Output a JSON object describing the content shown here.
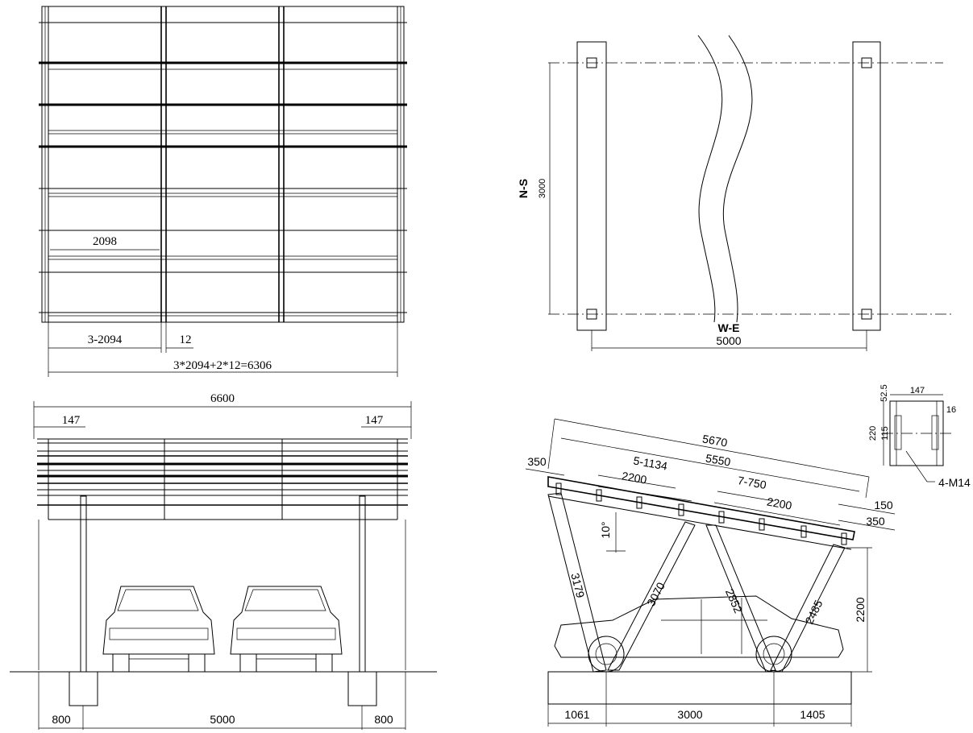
{
  "plan_view": {
    "dim_panel_width": "2098",
    "dim_panels": "3-2094",
    "dim_gap": "12",
    "dim_total": "3*2094+2*12=6306"
  },
  "foundation_plan": {
    "dim_ns": "3000",
    "label_ns": "N-S",
    "label_we": "W-E",
    "dim_we": "5000"
  },
  "front_elevation": {
    "dim_overall": "6600",
    "dim_left_overhang": "147",
    "dim_right_overhang": "147",
    "dim_left_footing": "800",
    "dim_span": "5000",
    "dim_right_footing": "800"
  },
  "side_elevation": {
    "dim_rafter_length": "5670",
    "dim_panel_length": "5550",
    "dim_purlin_spacing_left": "5-1134",
    "dim_purlin_spacing_right": "7-750",
    "dim_brace_left": "2200",
    "dim_brace_right": "2200",
    "dim_left_end": "350",
    "dim_right_end_a": "150",
    "dim_right_end_b": "350",
    "angle": "10°",
    "dim_rear_post": "3179",
    "dim_strut_1": "3070",
    "dim_strut_2": "2852",
    "dim_front_post": "2485",
    "dim_height": "2200",
    "dim_base_left": "1061",
    "dim_base_mid": "3000",
    "dim_base_right": "1405"
  },
  "detail": {
    "dim_width": "147",
    "dim_top": "52.5",
    "dim_side": "16",
    "dim_height": "220",
    "dim_inner": "115",
    "bolt_label": "4-M14"
  }
}
